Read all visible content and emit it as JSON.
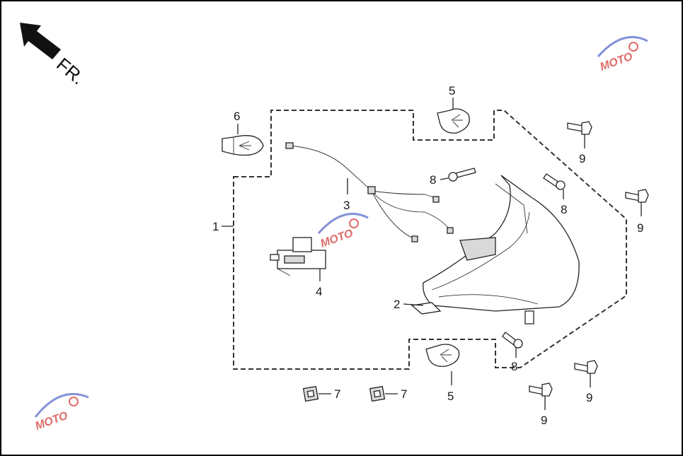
{
  "direction_label": "FR.",
  "callouts": {
    "c1": "1",
    "c2": "2",
    "c3": "3",
    "c4": "4",
    "c5a": "5",
    "c5b": "5",
    "c6": "6",
    "c7a": "7",
    "c7b": "7",
    "c8a": "8",
    "c8b": "8",
    "c8c": "8",
    "c9a": "9",
    "c9b": "9",
    "c9c": "9",
    "c9d": "9"
  },
  "watermark": {
    "text": "MOTO",
    "color_primary": "#d9534f",
    "color_secondary": "#6f7fd1"
  },
  "colors": {
    "line": "#222222",
    "frame": "#000000",
    "background": "#ffffff"
  }
}
